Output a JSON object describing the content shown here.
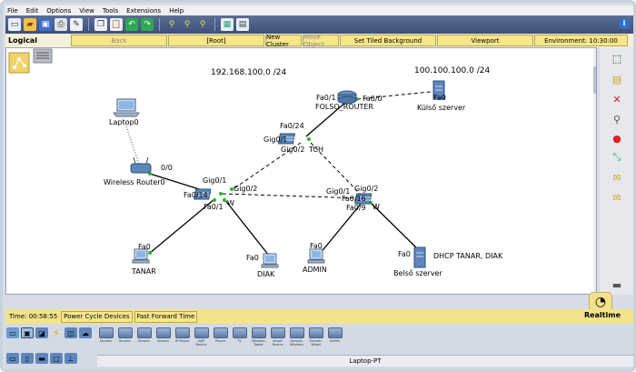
{
  "menu": [
    "File",
    "Edit",
    "Options",
    "View",
    "Tools",
    "Extensions",
    "Help"
  ],
  "toolbar": {
    "buttons": [
      "new-icon",
      "open-icon",
      "save-icon",
      "print-icon",
      "activity-wizard-icon",
      "copy-icon",
      "paste-icon",
      "undo-icon",
      "redo-icon",
      "zoom-in-icon",
      "zoom-reset-icon",
      "zoom-out-icon",
      "palette-icon",
      "custom-device-icon"
    ],
    "info": "i"
  },
  "navbar": {
    "logical": "Logical",
    "back": "Back",
    "root": "[Root]",
    "new_cluster": "New Cluster",
    "move_object": "Move Object",
    "tiled_bg": "Set Tiled Background",
    "viewport": "Viewport",
    "environment": "Environment: 10:30:00"
  },
  "topology": {
    "network_left": "192.168.100.0 /24",
    "network_right": "100.100.100.0 /24",
    "devices": {
      "laptop": "Laptop0",
      "wireless_router": "Wireless Router0",
      "folso_router": "FOLSO_ROUTER",
      "kulso_szerver": "Külső szerver",
      "tanar": "TANAR",
      "diak": "DIAK",
      "admin": "ADMIN",
      "belso_szerver": "Belső szerver",
      "switch_mid": "TCH",
      "switch_left": "W",
      "switch_right": "W"
    },
    "ports": {
      "wr_00": "0/0",
      "fr_fa01": "Fa0/1",
      "fr_fa00": "Fa0/0",
      "ks_fa0": "Fa0",
      "sm_fa024": "Fa0/24",
      "sm_gig01": "Gig0/1",
      "sm_gig02": "Gig0/2",
      "sl_gig01": "Gig0/1",
      "sl_gig02": "Gig0/2",
      "sl_fa014": "Fa0/14",
      "sl_fa01": "Fa0/1",
      "sr_gig01": "Gig0/1",
      "sr_gig02": "Gig0/2",
      "sr_fa016": "Fa0/16",
      "sr_fa09": "Fa0/9",
      "tanar_fa0": "Fa0",
      "diak_fa0": "Fa0",
      "admin_fa0": "Fa0",
      "bs_fa0": "Fa0"
    },
    "note": "DHCP TANAR, DIAK"
  },
  "right_panel": [
    "select-icon",
    "note-icon",
    "delete-icon",
    "inspect-icon",
    "draw-shape-icon",
    "resize-icon",
    "add-simple-pdu-icon",
    "add-complex-pdu-icon"
  ],
  "status": {
    "time": "Time: 00:58:55",
    "power_cycle": "Power Cycle Devices",
    "fast_forward": "Fast Forward Time",
    "realtime": "Realtime"
  },
  "device_panel": {
    "items": [
      "Generic",
      "Generic",
      "Generic",
      "Generic",
      "IP Phone",
      "VoIP Device",
      "Phone",
      "TV",
      "Wireless Tablet",
      "Smart Device",
      "Generic Wireless",
      "Generic Wired",
      "Sniffer"
    ],
    "selected_label": "Laptop-PT"
  },
  "colors": {
    "toolbar": "#4a5e86",
    "navbar_button": "#f8e68a",
    "link_solid": "#000000",
    "link_dashed": "#000000",
    "port_dot": "#2db52d"
  }
}
